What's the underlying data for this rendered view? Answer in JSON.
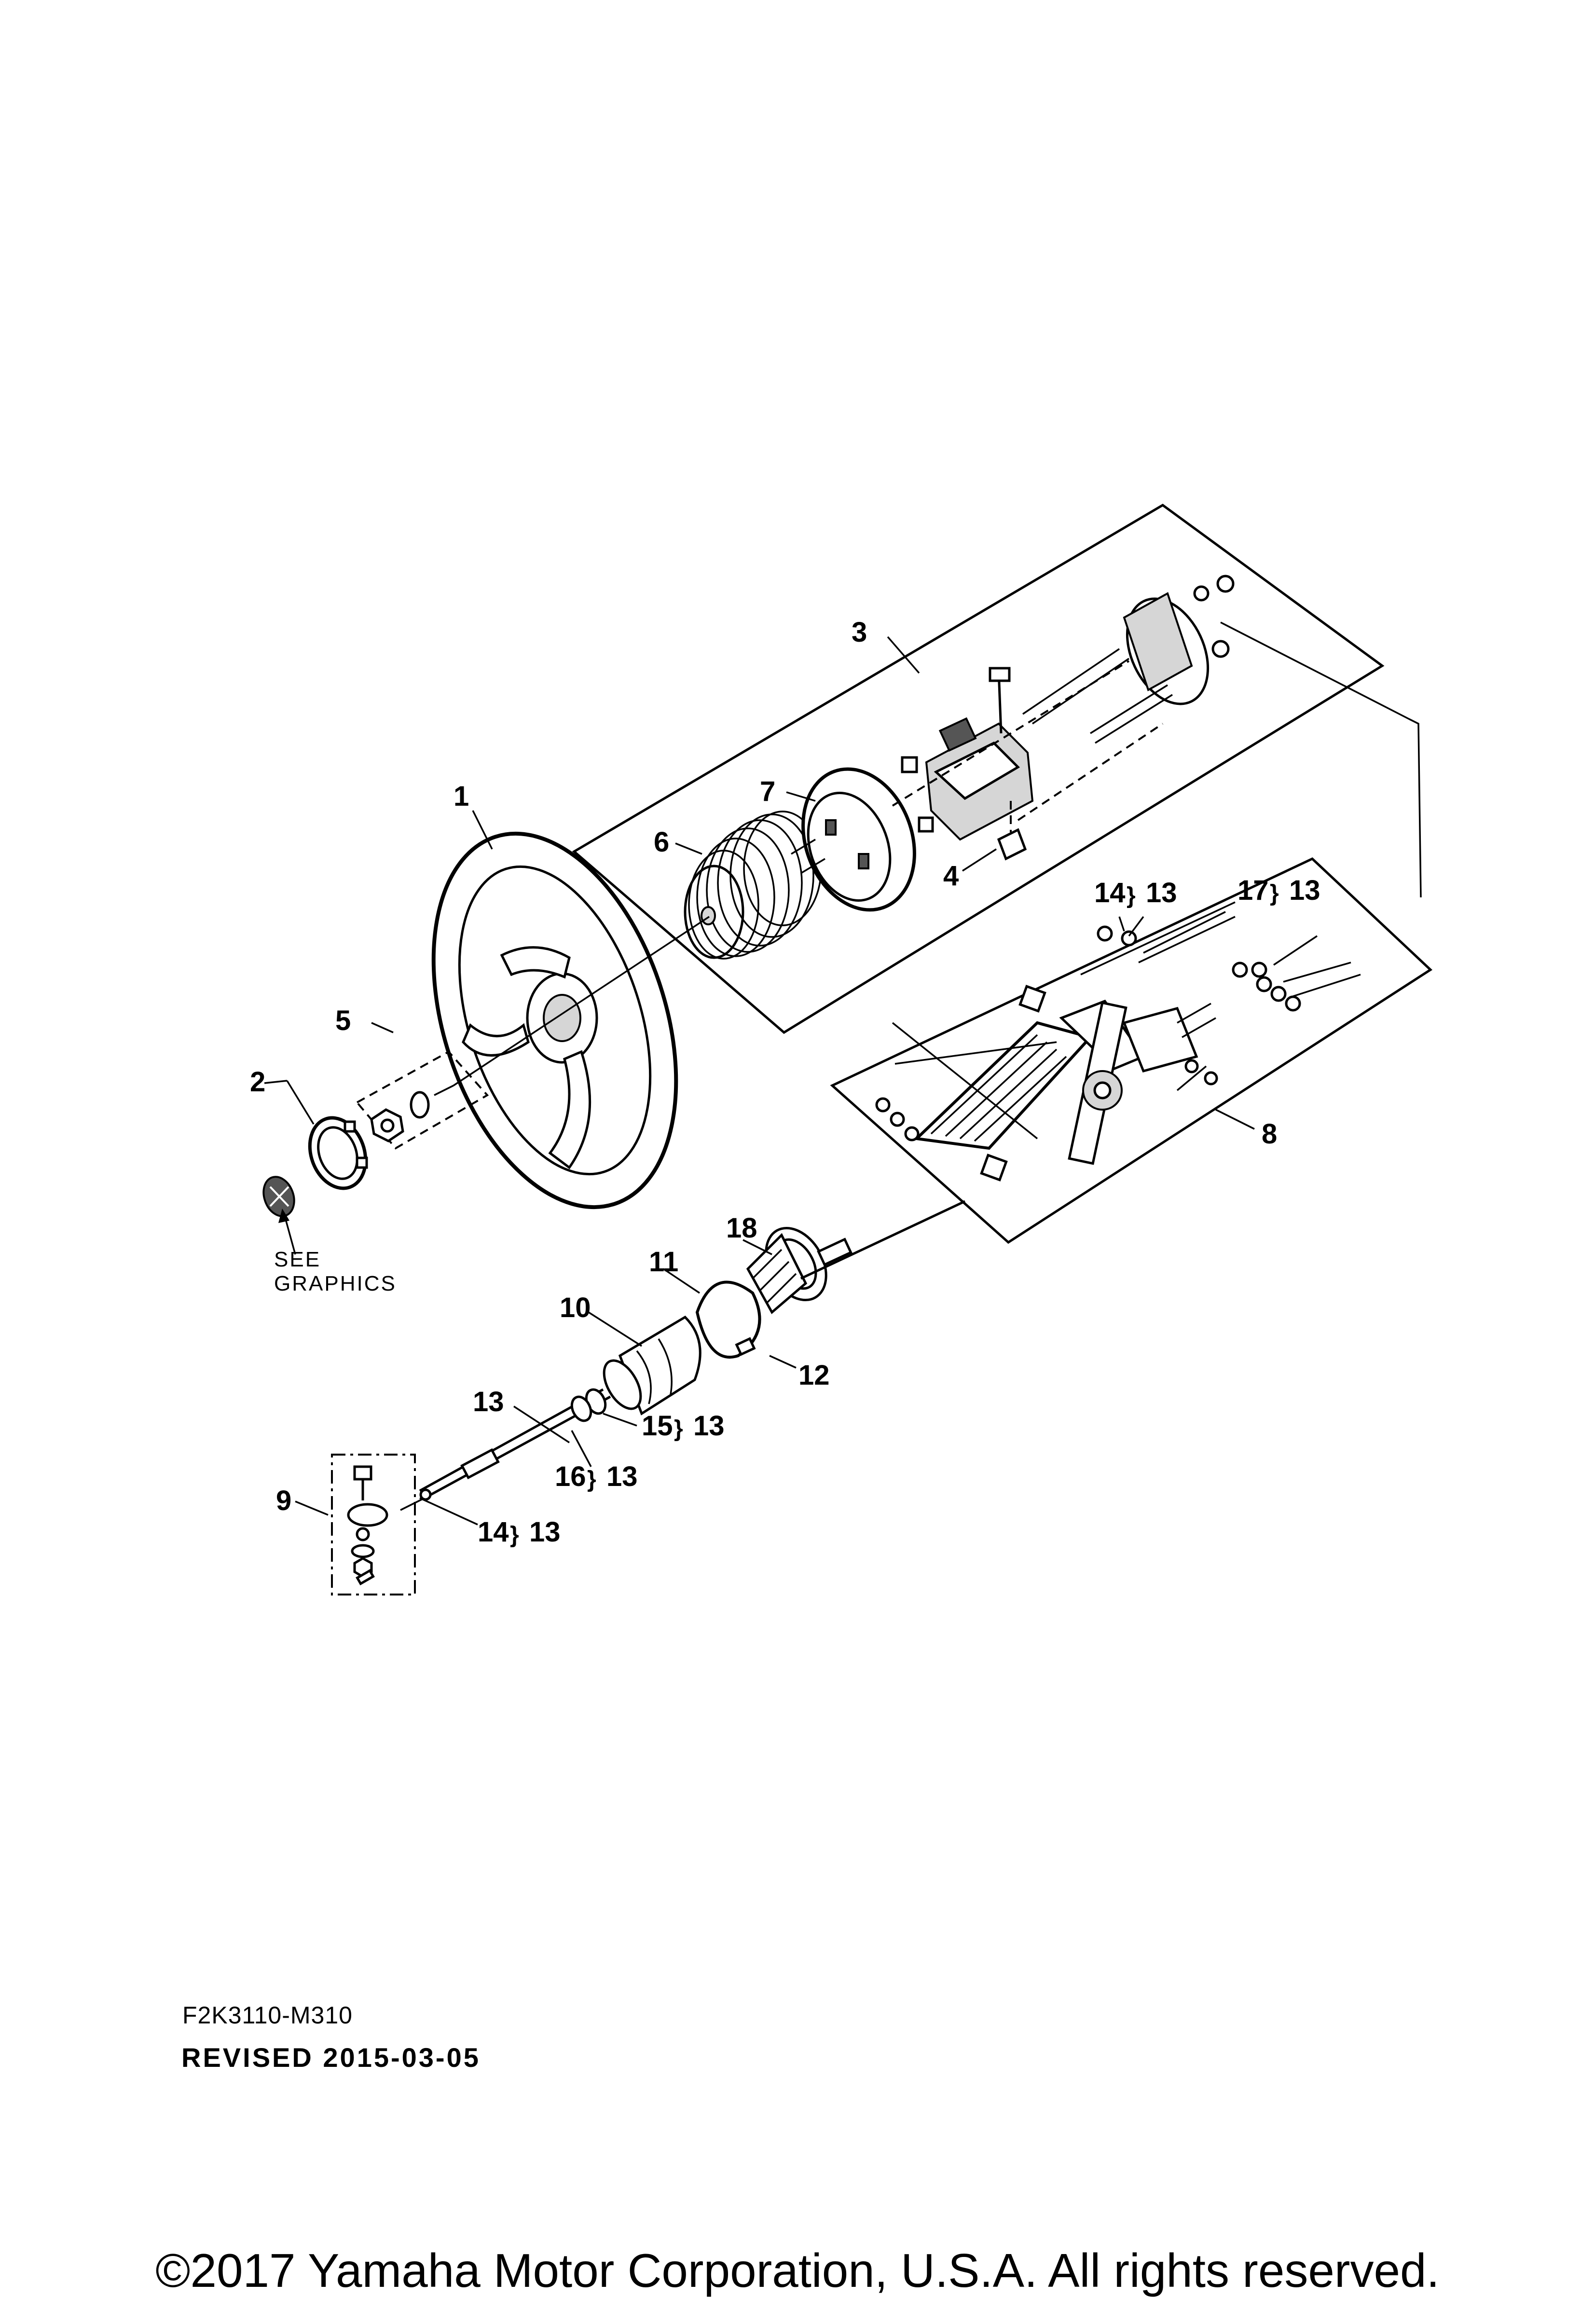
{
  "diagram": {
    "callouts": {
      "c1": "1",
      "c2": "2",
      "c3": "3",
      "c4": "4",
      "c5": "5",
      "c6": "6",
      "c7": "7",
      "c8": "8",
      "c9": "9",
      "c10": "10",
      "c11": "11",
      "c12": "12",
      "c13": "13",
      "c14a_part": "14",
      "c14a_group": "13",
      "c17_part": "17",
      "c17_group": "13",
      "c15_part": "15",
      "c15_group": "13",
      "c16_part": "16",
      "c16_group": "13",
      "c14b_part": "14",
      "c14b_group": "13",
      "c18": "18"
    },
    "see_graphics_line1": "SEE",
    "see_graphics_line2": "GRAPHICS"
  },
  "footer": {
    "doc_code": "F2K3110-M310",
    "revised": "REVISED 2015-03-05",
    "copyright": "©2017 Yamaha Motor Corporation, U.S.A. All rights reserved."
  }
}
